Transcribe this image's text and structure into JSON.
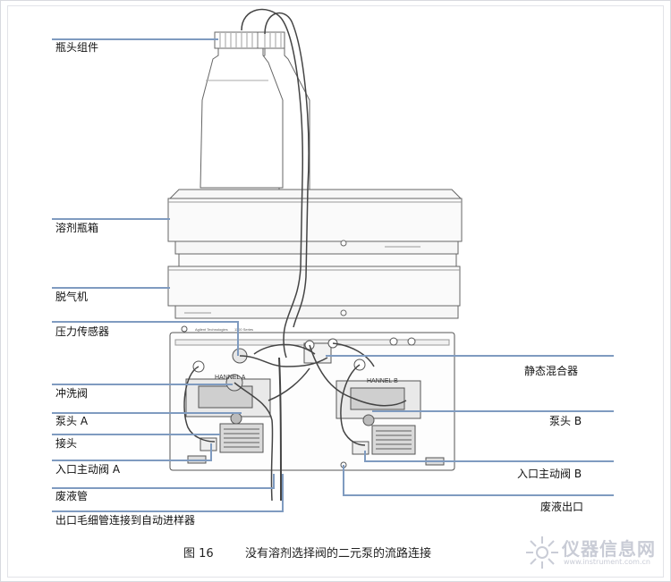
{
  "labels": {
    "bottle_head": "瓶头组件",
    "solvent_cabinet": "溶剂瓶箱",
    "degasser": "脱气机",
    "pressure_sensor": "压力传感器",
    "purge_valve": "冲洗阀",
    "pump_head_a": "泵头 A",
    "connector": "接头",
    "inlet_valve_a": "入口主动阀 A",
    "waste_tube": "废液管",
    "outlet_capillary": "出口毛细管连接到自动进样器",
    "static_mixer": "静态混合器",
    "pump_head_b": "泵头 B",
    "inlet_valve_b": "入口主动阀 B",
    "waste_outlet": "废液出口"
  },
  "device_text": {
    "channel_a": "HANNEL A",
    "channel_b": "HANNEL B",
    "brand": "Agilent Technologies",
    "model": "1100 Series"
  },
  "caption": {
    "figure": "图 16",
    "title": "没有溶剂选择阀的二元泵的流路连接"
  },
  "watermark": {
    "text": "仪器信息网",
    "url": "www.instrument.com.cn"
  },
  "colors": {
    "leader": "#7f9bc0",
    "outline": "#5a5a5a",
    "tube": "#444444",
    "panel": "#f4f4f4"
  }
}
